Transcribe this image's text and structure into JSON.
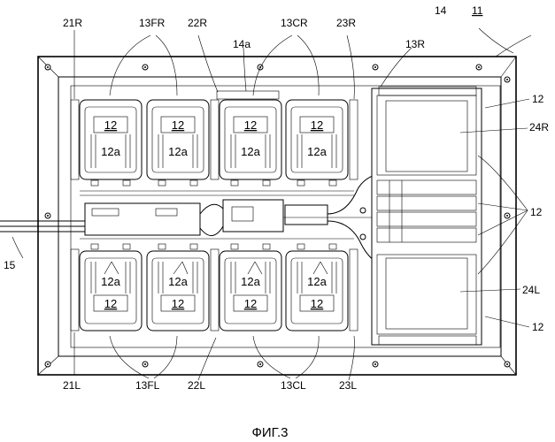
{
  "figure": {
    "caption": "ФИГ.3",
    "labels": {
      "l11": "11",
      "l14": "14",
      "l14a": "14a",
      "l13R": "13R",
      "l21R": "21R",
      "l13FR": "13FR",
      "l22R": "22R",
      "l13CR": "13CR",
      "l23R": "23R",
      "l12": "12",
      "l24R": "24R",
      "l24L": "24L",
      "l15": "15",
      "l21L": "21L",
      "l13FL": "13FL",
      "l22L": "22L",
      "l13CL": "13CL",
      "l23L": "23L"
    },
    "module": {
      "number": "12",
      "sub": "12a"
    }
  }
}
